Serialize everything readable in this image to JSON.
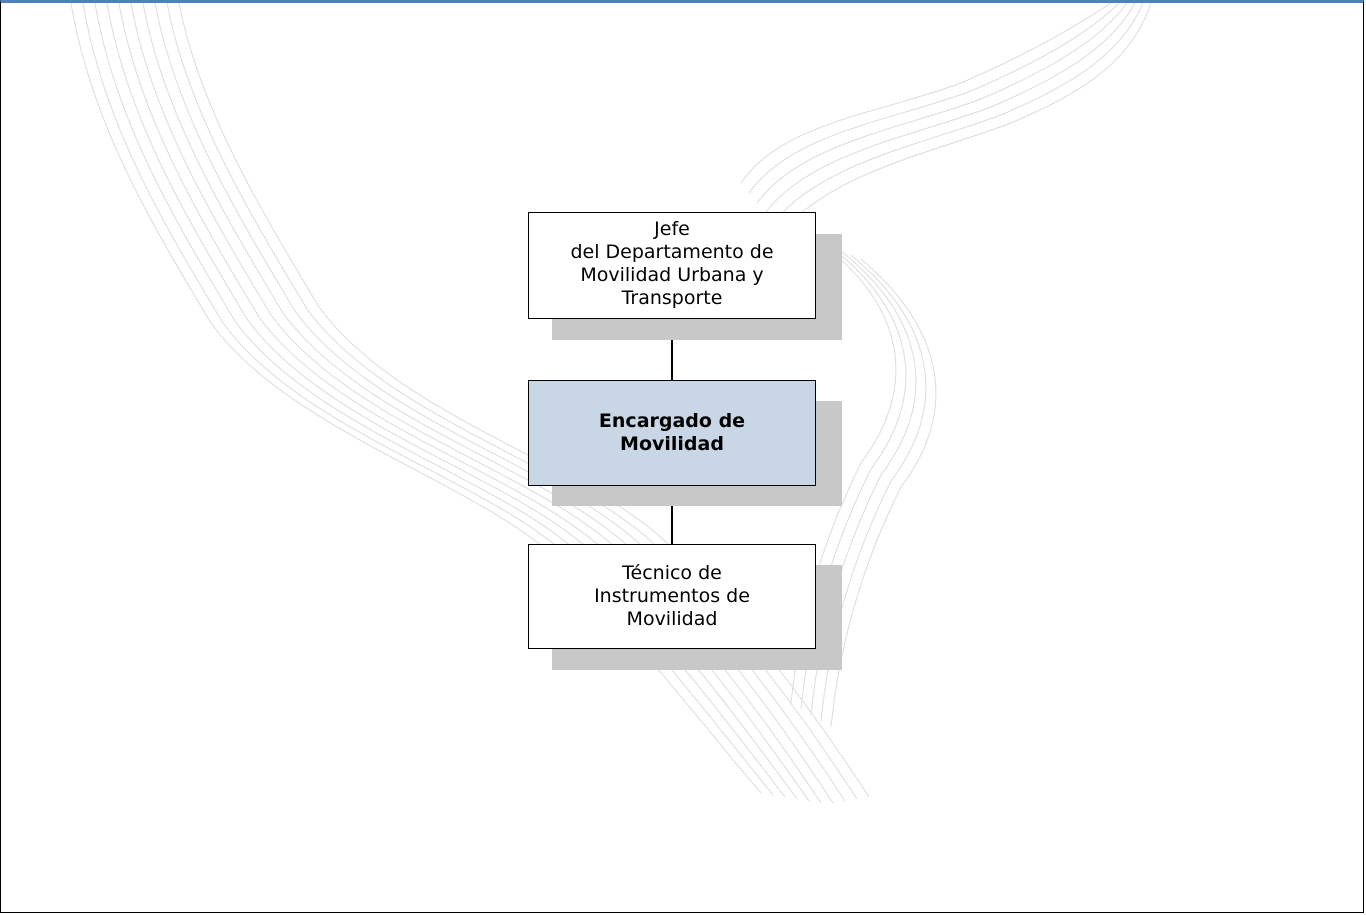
{
  "org_chart": {
    "nodes": [
      {
        "id": "jefe",
        "label": "Jefe\ndel Departamento de\nMovilidad Urbana y\nTransporte",
        "highlighted": false
      },
      {
        "id": "encargado",
        "label": "Encargado de\nMovilidad",
        "highlighted": true
      },
      {
        "id": "tecnico",
        "label": "Técnico de\nInstrumentos de\nMovilidad",
        "highlighted": false
      }
    ],
    "edges": [
      {
        "from": "jefe",
        "to": "encargado"
      },
      {
        "from": "encargado",
        "to": "tecnico"
      }
    ]
  },
  "colors": {
    "top_border": "#4f81bd",
    "highlight_fill": "#c9d6e6",
    "shadow": "#c8c8c8",
    "watermark_line": "#dcdcdc"
  }
}
